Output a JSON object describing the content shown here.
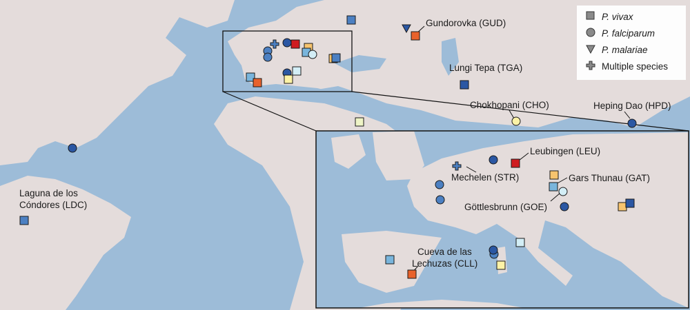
{
  "legend": {
    "items": [
      {
        "symbol": "square",
        "label": "P. vivax"
      },
      {
        "symbol": "circle",
        "label": "P. falciparum"
      },
      {
        "symbol": "triangle",
        "label": "P. malariae"
      },
      {
        "symbol": "plus",
        "label": "Multiple species"
      }
    ]
  },
  "sites": {
    "gud": "Gundorovka (GUD)",
    "tga": "Lungi Tepa (TGA)",
    "cho": "Chokhopani (CHO)",
    "hpd": "Heping Dao (HPD)",
    "ldc_line1": "Laguna de los",
    "ldc_line2": "Cóndores (LDC)",
    "leu": "Leubingen (LEU)",
    "str": "Mechelen (STR)",
    "gat": "Gars Thunau (GAT)",
    "goe": "Göttlesbrunn (GOE)",
    "cll_line1": "Cueva de las",
    "cll_line2": "Lechuzas (CLL)"
  },
  "colors": {
    "ocean": "#9dbcd8",
    "land": "#e4dcdb"
  }
}
